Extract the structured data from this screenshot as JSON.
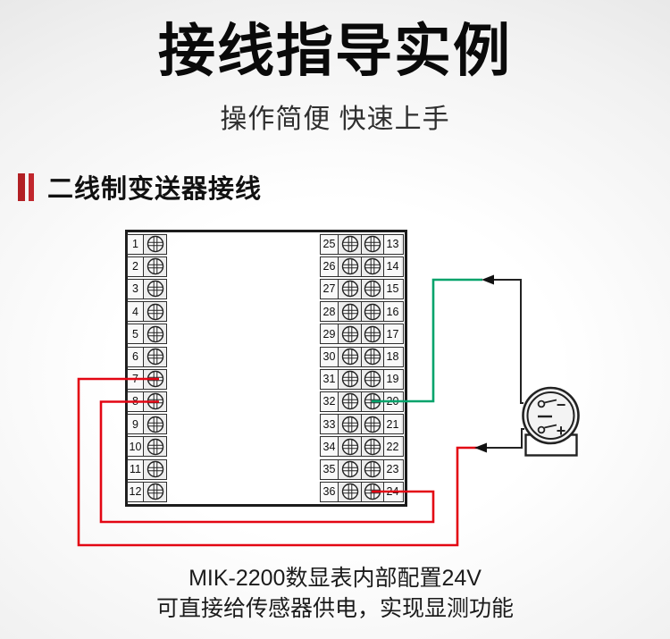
{
  "header": {
    "title": "接线指导实例",
    "subtitle": "操作简便 快速上手"
  },
  "section": {
    "title": "二线制变送器接线",
    "accent_color": "#b22024"
  },
  "diagram": {
    "device": "MIK-2200",
    "terminals": {
      "left": [
        "1",
        "2",
        "3",
        "4",
        "5",
        "6",
        "7",
        "8",
        "9",
        "10",
        "11",
        "12"
      ],
      "inner": [
        "25",
        "26",
        "27",
        "28",
        "29",
        "30",
        "31",
        "32",
        "33",
        "34",
        "35",
        "36"
      ],
      "outer": [
        "13",
        "14",
        "15",
        "16",
        "17",
        "18",
        "19",
        "20",
        "21",
        "22",
        "23",
        "24"
      ]
    },
    "sensor": {
      "minus_label": "−",
      "plus_label": "+"
    },
    "wire_colors": {
      "red": "#e30613",
      "green": "#00a36b",
      "black": "#222222"
    },
    "connections": [
      {
        "from": "terminal-7",
        "to": "sensor-plus",
        "color": "red"
      },
      {
        "from": "terminal-8",
        "to": "terminal-24",
        "color": "red"
      },
      {
        "from": "terminal-20",
        "to": "sensor-minus",
        "color": "green"
      }
    ]
  },
  "caption": {
    "line1": "MIK-2200数显表内部配置24V",
    "line2": "可直接给传感器供电，实现显测功能"
  }
}
